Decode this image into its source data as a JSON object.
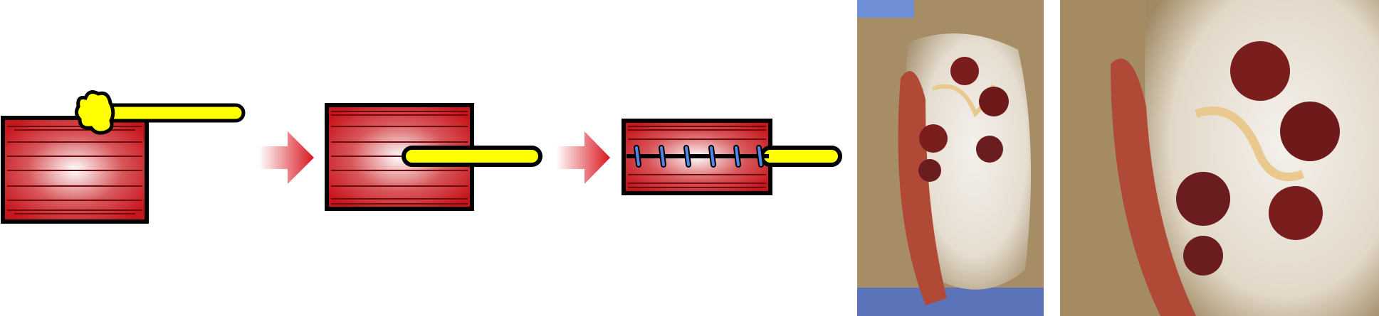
{
  "colors": {
    "muscle": "#c8161d",
    "muscle_highlight": "#ffffff",
    "muscle_fiber": "#6e0a0e",
    "nerve": "#ffff00",
    "outline": "#000000",
    "arrow": "#d9161f",
    "suture": "#4f86e8",
    "skin": "#a89068",
    "gauze": "#efece6",
    "tissue": "#7a1d1d",
    "drape": "#6f8fd6"
  },
  "steps": [
    {
      "id": "neuroma-on-muscle",
      "suture_count": 0
    },
    {
      "id": "nerve-implanted-in-muscle",
      "suture_count": 0
    },
    {
      "id": "nerve-sutured-into-muscle",
      "suture_count": 6
    }
  ],
  "icons": [
    "arrow-right-icon",
    "arrow-right-icon"
  ],
  "photos": [
    "intraoperative-photo-overview",
    "intraoperative-photo-closeup"
  ]
}
